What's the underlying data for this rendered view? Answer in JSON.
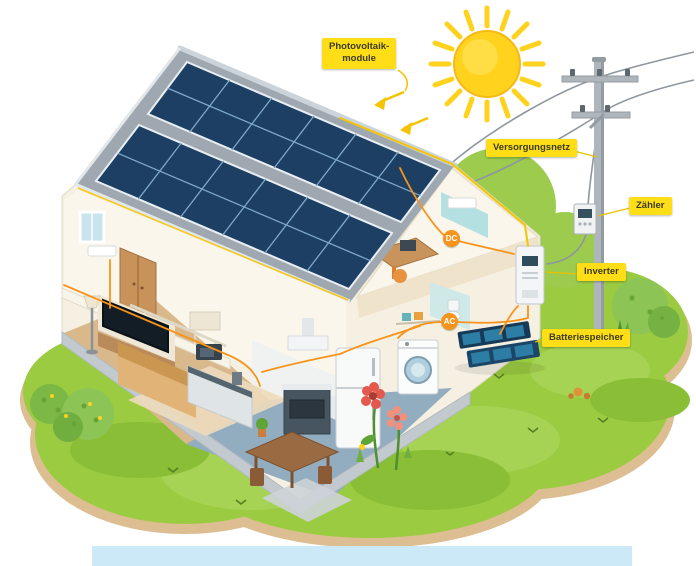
{
  "diagram": {
    "labels": {
      "pv": "Photovoltaik-\nmodule",
      "grid": "Versorgungsnetz",
      "meter": "Zähler",
      "inverter": "Inverter",
      "battery": "Batteriespeicher"
    },
    "badges": {
      "dc": "DC",
      "ac": "AC"
    },
    "colors": {
      "label_bg": "#FFDE17",
      "label_text": "#3B3B1E",
      "wire_orange": "#F7941D",
      "cable_yellow": "#F5C400",
      "panel_navy": "#1C3F63",
      "panel_grid": "#7FA8C9",
      "sun_yellow": "#FFD21E",
      "grass_green": "#9BCB41",
      "ground_tan": "#DDBE92",
      "footer_bar": "#CBE9F6"
    }
  }
}
